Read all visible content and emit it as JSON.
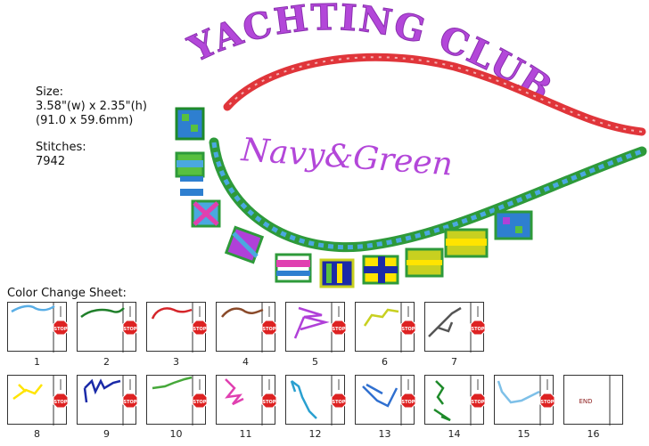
{
  "info": {
    "size_label": "Size:",
    "size_inches": "3.58\"(w) x 2.35\"(h)",
    "size_mm": "(91.0 x 59.6mm)",
    "stitches_label": "Stitches:",
    "stitches_value": "7942"
  },
  "design": {
    "title_text": "YACHTING CLUB",
    "subtitle_text": "Navy&Green",
    "colors": {
      "purple": "#b347d9",
      "red": "#e0353a",
      "green": "#2e9a3a",
      "blue": "#4aa8e0"
    }
  },
  "sheet": {
    "title": "Color Change Sheet:",
    "stop_label": "STOP",
    "end_label": "END",
    "cards": [
      {
        "num": "1",
        "color": "#59aee6"
      },
      {
        "num": "2",
        "color": "#1f7f2a"
      },
      {
        "num": "3",
        "color": "#d5252a"
      },
      {
        "num": "4",
        "color": "#8a4a2a"
      },
      {
        "num": "5",
        "color": "#b040d8"
      },
      {
        "num": "6",
        "color": "#c8d020"
      },
      {
        "num": "7",
        "color": "#555555"
      },
      {
        "num": "8",
        "color": "#ffe400"
      },
      {
        "num": "9",
        "color": "#1a2aa8"
      },
      {
        "num": "10",
        "color": "#46a83a"
      },
      {
        "num": "11",
        "color": "#e040b0"
      },
      {
        "num": "12",
        "color": "#2aa0d0"
      },
      {
        "num": "13",
        "color": "#3070d0"
      },
      {
        "num": "14",
        "color": "#1e8a2a"
      },
      {
        "num": "15",
        "color": "#7ec0e8"
      },
      {
        "num": "16",
        "color": "#8b1a1a"
      }
    ]
  }
}
